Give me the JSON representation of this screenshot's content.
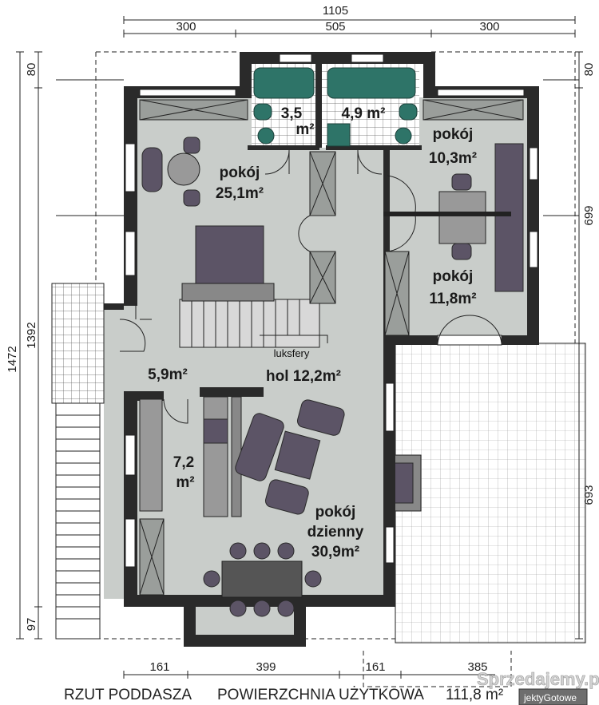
{
  "plan": {
    "rooms": {
      "room_a": {
        "name": "pokój",
        "area": "25,1m²"
      },
      "bath_1": {
        "area_num": "3,5",
        "area_unit": "m²"
      },
      "bath_2": {
        "area": "4,9 m²"
      },
      "room_b": {
        "name": "pokój",
        "area": "10,3m²"
      },
      "room_c": {
        "name": "pokój",
        "area": "11,8m²"
      },
      "vestibule": {
        "area": "5,9m²"
      },
      "hall": {
        "area": "hol 12,2m²",
        "note": "luksfery"
      },
      "kitchen": {
        "area_num": "7,2",
        "area_unit": "m²"
      },
      "living": {
        "name1": "pokój",
        "name2": "dzienny",
        "area": "30,9m²"
      }
    },
    "dimensions": {
      "top_total": "1105",
      "top_parts": [
        "300",
        "505",
        "300"
      ],
      "left_total": "1472",
      "left_parts": [
        "80",
        "1392",
        "97"
      ],
      "right_parts": [
        "80",
        "699",
        "693"
      ],
      "bottom_parts": [
        "161",
        "399",
        "161",
        "385"
      ]
    },
    "caption": {
      "title": "RZUT PODDASZA",
      "area_label": "POWIERZCHNIA UŻYTKOWA",
      "area_value": "111,8 m²"
    },
    "watermark": {
      "brand": "Sprzedajemy.pl",
      "sub": "jektyGotowe"
    },
    "colors": {
      "wall": "#2a2a2a",
      "floor": "#c9cdca",
      "furniture": "#5c5466",
      "sanitary": "#2e7468"
    }
  }
}
